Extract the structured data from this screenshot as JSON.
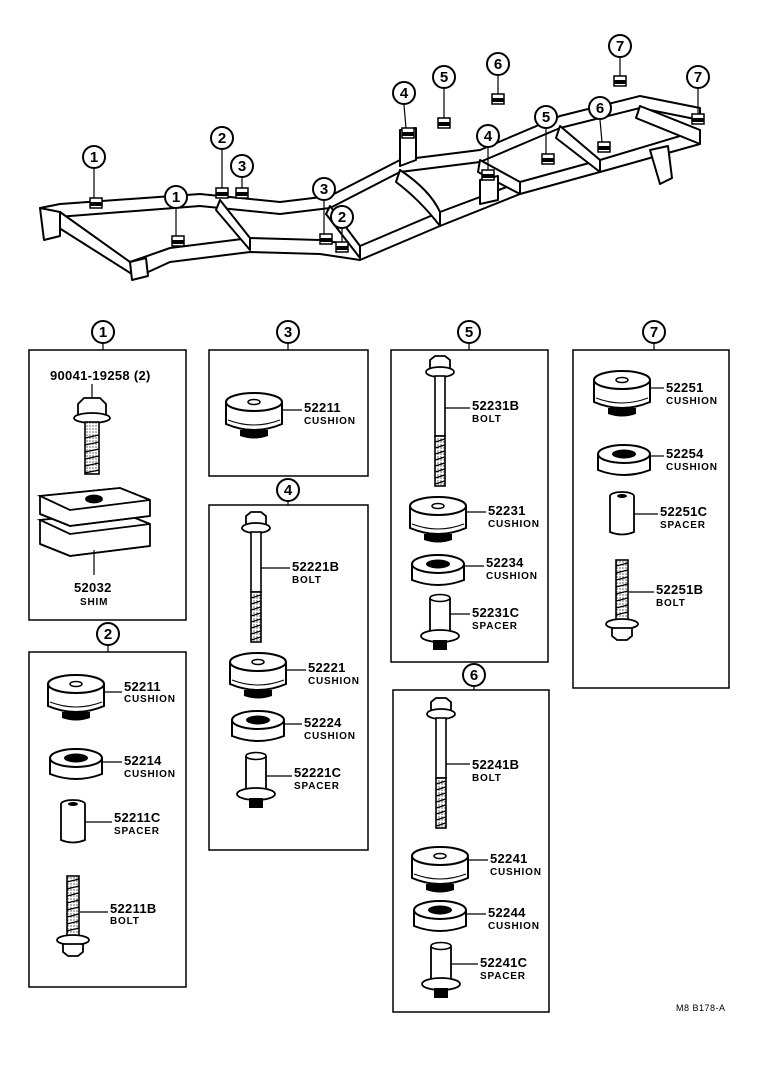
{
  "callouts": {
    "c1": "1",
    "c2": "2",
    "c3": "3",
    "c4": "4",
    "c5": "5",
    "c6": "6",
    "c7": "7"
  },
  "groups": {
    "g1": {
      "label": "1",
      "parts": [
        {
          "number": "90041-19258 (2)",
          "name": ""
        },
        {
          "number": "52032",
          "name": "SHIM"
        }
      ]
    },
    "g2": {
      "label": "2",
      "parts": [
        {
          "number": "52211",
          "name": "CUSHION"
        },
        {
          "number": "52214",
          "name": "CUSHION"
        },
        {
          "number": "52211C",
          "name": "SPACER"
        },
        {
          "number": "52211B",
          "name": "BOLT"
        }
      ]
    },
    "g3": {
      "label": "3",
      "parts": [
        {
          "number": "52211",
          "name": "CUSHION"
        }
      ]
    },
    "g4": {
      "label": "4",
      "parts": [
        {
          "number": "52221B",
          "name": "BOLT"
        },
        {
          "number": "52221",
          "name": "CUSHION"
        },
        {
          "number": "52224",
          "name": "CUSHION"
        },
        {
          "number": "52221C",
          "name": "SPACER"
        }
      ]
    },
    "g5": {
      "label": "5",
      "parts": [
        {
          "number": "52231B",
          "name": "BOLT"
        },
        {
          "number": "52231",
          "name": "CUSHION"
        },
        {
          "number": "52234",
          "name": "CUSHION"
        },
        {
          "number": "52231C",
          "name": "SPACER"
        }
      ]
    },
    "g6": {
      "label": "6",
      "parts": [
        {
          "number": "52241B",
          "name": "BOLT"
        },
        {
          "number": "52241",
          "name": "CUSHION"
        },
        {
          "number": "52244",
          "name": "CUSHION"
        },
        {
          "number": "52241C",
          "name": "SPACER"
        }
      ]
    },
    "g7": {
      "label": "7",
      "parts": [
        {
          "number": "52251",
          "name": "CUSHION"
        },
        {
          "number": "52254",
          "name": "CUSHION"
        },
        {
          "number": "52251C",
          "name": "SPACER"
        },
        {
          "number": "52251B",
          "name": "BOLT"
        }
      ]
    }
  },
  "footer_code": "M8 B178-A"
}
